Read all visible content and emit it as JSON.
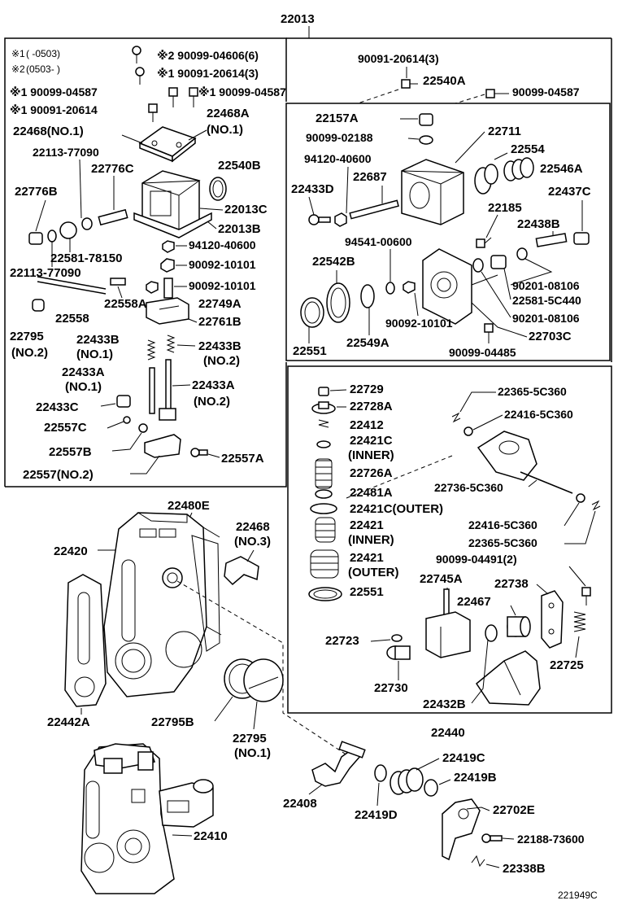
{
  "diagram_id": "221949C",
  "assembly": "22013",
  "subassembly": "22440",
  "notes": [
    {
      "marker": "※1",
      "range": "(      -0503)"
    },
    {
      "marker": "※2",
      "range": "(0503-      )"
    }
  ],
  "labels": {
    "l_90099_04606": "※2 90099-04606(6)",
    "l_90091_20614_3a": "※1 90091-20614(3)",
    "l_90099_04587_a": "※1 90099-04587",
    "l_90099_04587_b": "※1 90099-04587",
    "l_90091_20614_b": "※1 90091-20614",
    "l_22468_no1": "22468(NO.1)",
    "l_22468A": "22468A",
    "l_22468A_no1": "(NO.1)",
    "l_22113_77090_a": "22113-77090",
    "l_22776C": "22776C",
    "l_22540B": "22540B",
    "l_22776B": "22776B",
    "l_22013C": "22013C",
    "l_22013B": "22013B",
    "l_94120_40600_a": "94120-40600",
    "l_22581_78150": "22581-78150",
    "l_22113_77090_b": "22113-77090",
    "l_90092_10101_a": "90092-10101",
    "l_90092_10101_b": "90092-10101",
    "l_22558": "22558",
    "l_22558A": "22558A",
    "l_22749A": "22749A",
    "l_22761B": "22761B",
    "l_22795_no2": "22795",
    "l_22795_no2_sub": "(NO.2)",
    "l_22433B_no1": "22433B",
    "l_22433B_no1_sub": "(NO.1)",
    "l_22433B_no2": "22433B",
    "l_22433B_no2_sub": "(NO.2)",
    "l_22433A_no1": "22433A",
    "l_22433A_no1_sub": "(NO.1)",
    "l_22433A_no2": "22433A",
    "l_22433A_no2_sub": "(NO.2)",
    "l_22433C": "22433C",
    "l_22557C": "22557C",
    "l_22557B": "22557B",
    "l_22557A": "22557A",
    "l_22557_no2": "22557(NO.2)",
    "l_90091_20614_3b": "90091-20614(3)",
    "l_22540A": "22540A",
    "l_90099_04587_c": "90099-04587",
    "l_22157A": "22157A",
    "l_90099_02188": "90099-02188",
    "l_22711": "22711",
    "l_94120_40600_b": "94120-40600",
    "l_22554": "22554",
    "l_22433D": "22433D",
    "l_22687": "22687",
    "l_22546A": "22546A",
    "l_22437C": "22437C",
    "l_22185": "22185",
    "l_22438B": "22438B",
    "l_94541_00600": "94541-00600",
    "l_22542B": "22542B",
    "l_90201_08106_a": "90201-08106",
    "l_22581_5C440": "22581-5C440",
    "l_90201_08106_b": "90201-08106",
    "l_90092_10101_c": "90092-10101",
    "l_22703C": "22703C",
    "l_22551_a": "22551",
    "l_22549A": "22549A",
    "l_90099_04485": "90099-04485",
    "l_22729": "22729",
    "l_22728A": "22728A",
    "l_22412": "22412",
    "l_22421C_inner": "22421C",
    "l_22421C_inner_sub": "(INNER)",
    "l_22726A": "22726A",
    "l_22481A": "22481A",
    "l_22421C_outer": "22421C(OUTER)",
    "l_22421_inner": "22421",
    "l_22421_inner_sub": "(INNER)",
    "l_22421_outer": "22421",
    "l_22421_outer_sub": "(OUTER)",
    "l_22551_b": "22551",
    "l_22365_a": "22365-5C360",
    "l_22416_a": "22416-5C360",
    "l_22736": "22736-5C360",
    "l_22416_b": "22416-5C360",
    "l_22365_b": "22365-5C360",
    "l_90099_04491": "90099-04491(2)",
    "l_22745A": "22745A",
    "l_22738": "22738",
    "l_22467": "22467",
    "l_22723": "22723",
    "l_22730": "22730",
    "l_22725": "22725",
    "l_22432B": "22432B",
    "l_22480E": "22480E",
    "l_22468_no3": "22468",
    "l_22468_no3_sub": "(NO.3)",
    "l_22420": "22420",
    "l_22442A": "22442A",
    "l_22795B": "22795B",
    "l_22795_no1": "22795",
    "l_22795_no1_sub": "(NO.1)",
    "l_22419C": "22419C",
    "l_22419B": "22419B",
    "l_22408": "22408",
    "l_22419D": "22419D",
    "l_22702E": "22702E",
    "l_22188_73600": "22188-73600",
    "l_22338B": "22338B",
    "l_22410": "22410"
  }
}
